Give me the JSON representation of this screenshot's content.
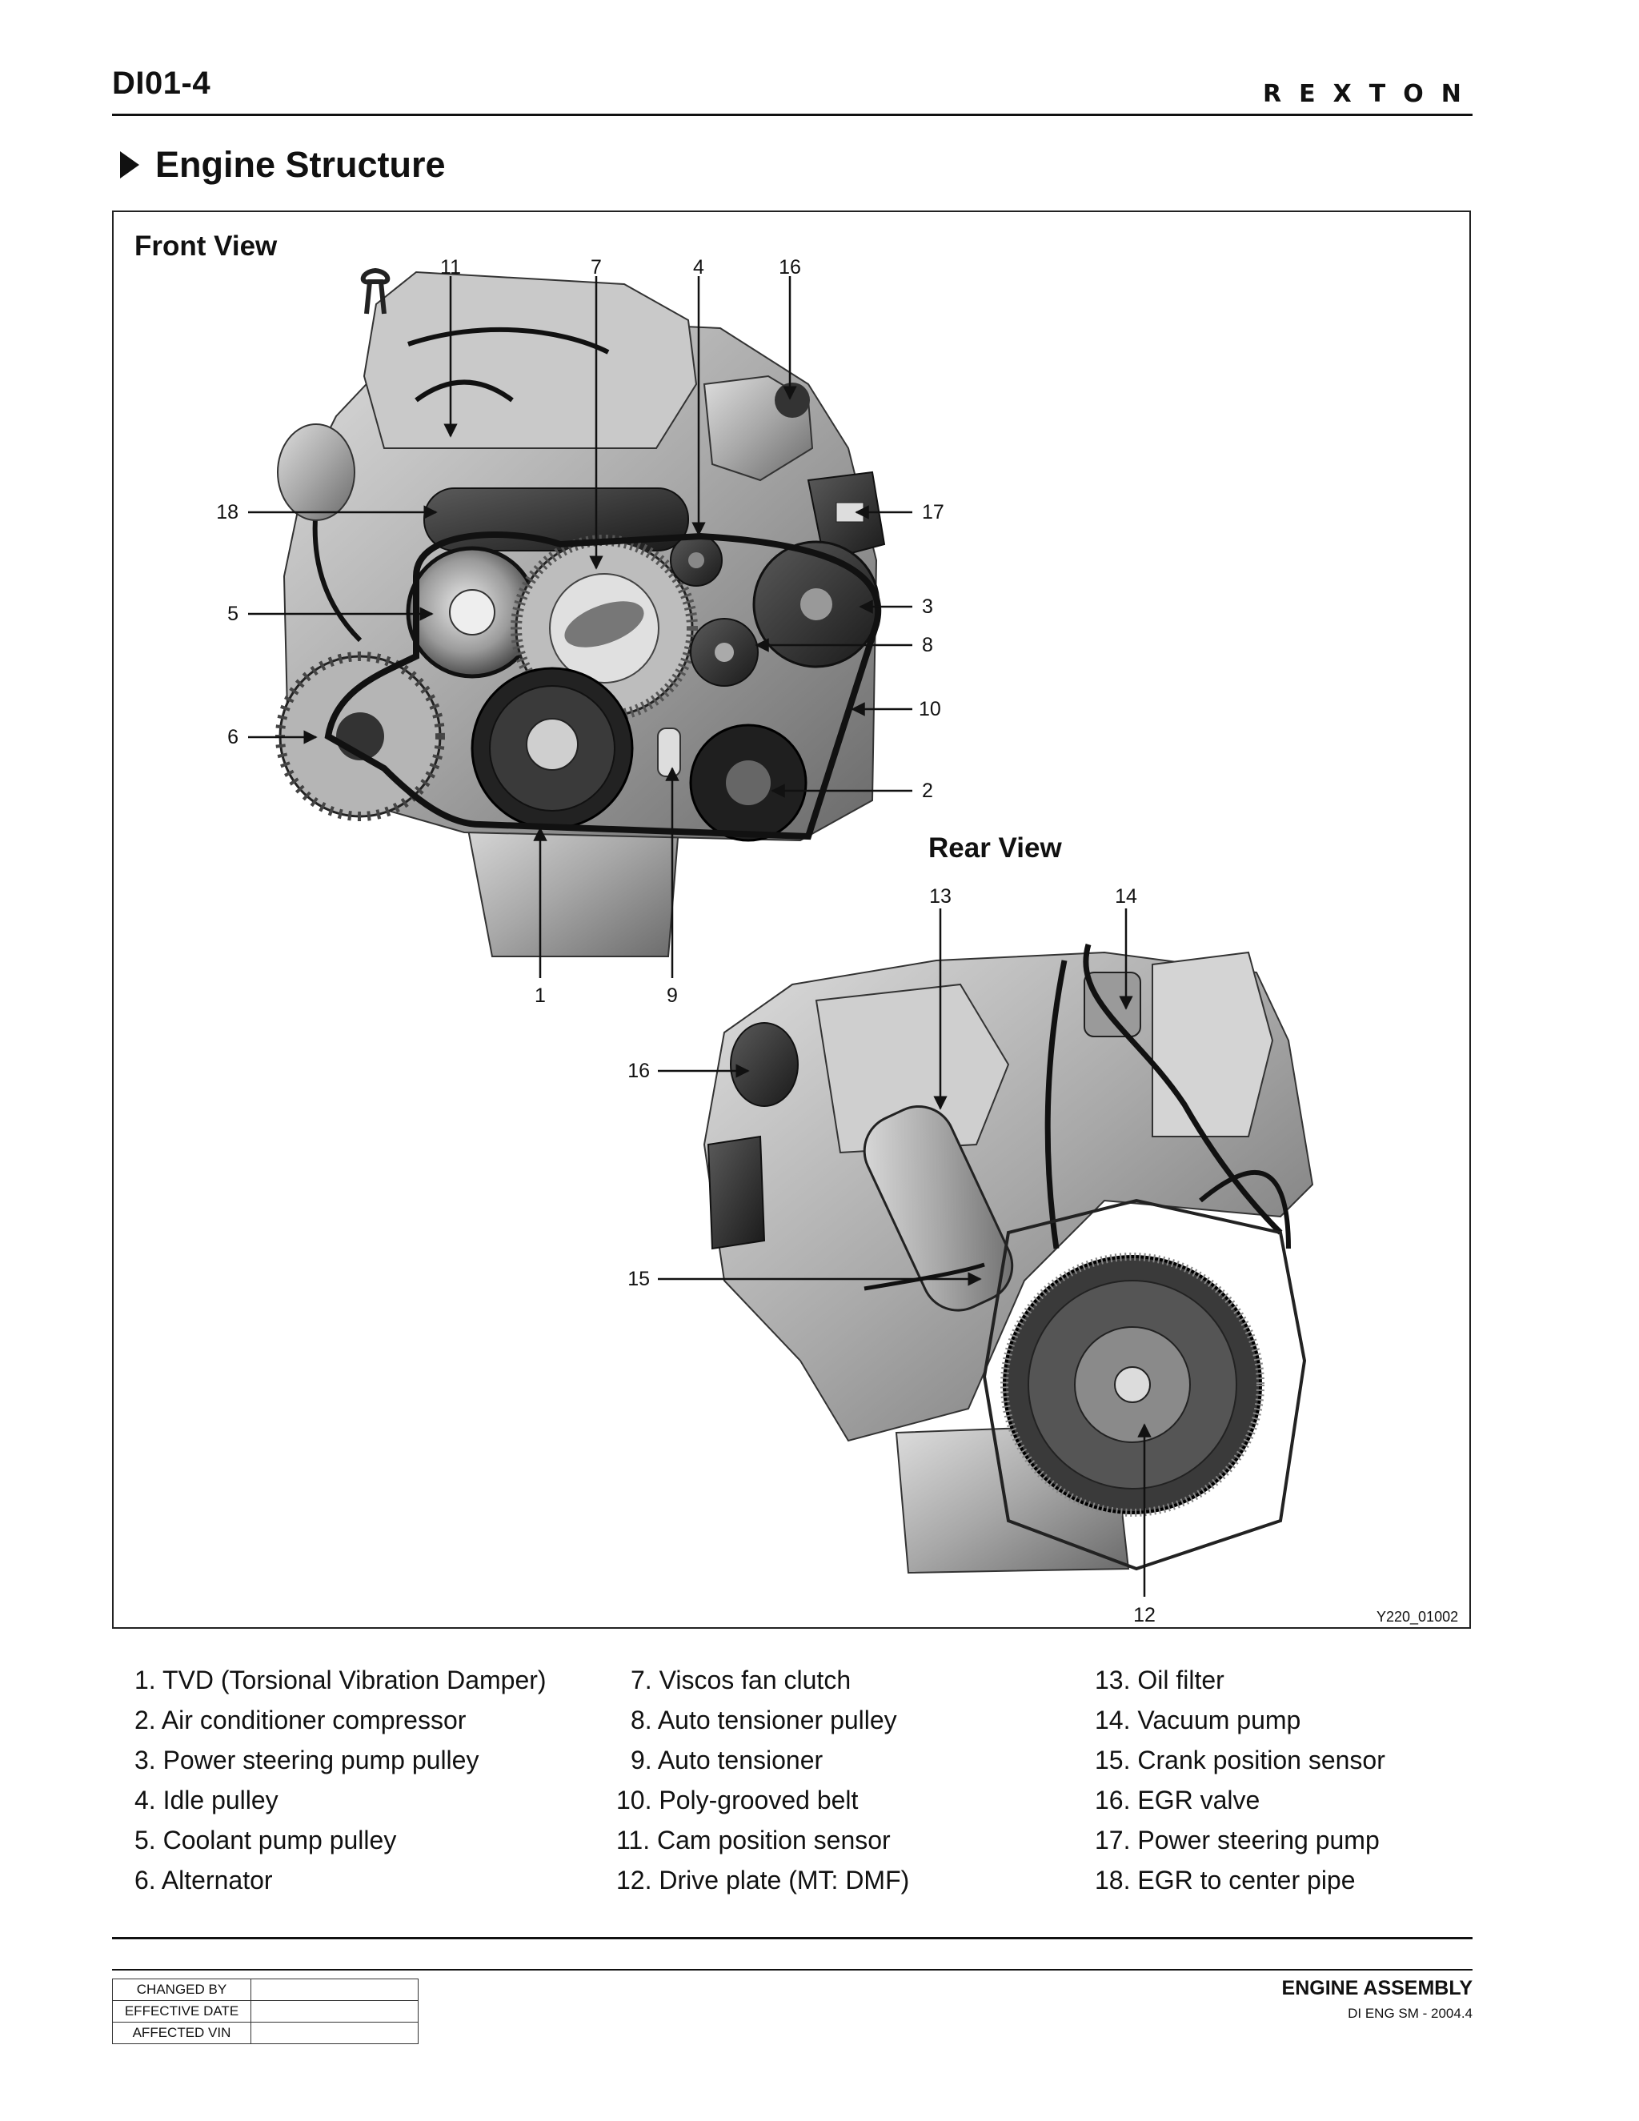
{
  "header": {
    "page_code": "DI01-4",
    "brand": "REXTON"
  },
  "section_title": "Engine Structure",
  "figure": {
    "front_view_label": "Front View",
    "rear_view_label": "Rear View",
    "figure_code": "Y220_01002",
    "callouts": {
      "f11": "11",
      "f7": "7",
      "f4": "4",
      "f16": "16",
      "f18": "18",
      "f17": "17",
      "f5": "5",
      "f3": "3",
      "f8": "8",
      "f10": "10",
      "f6": "6",
      "f2": "2",
      "f1": "1",
      "f9": "9",
      "r13": "13",
      "r14": "14",
      "r16": "16",
      "r15": "15",
      "r12": "12"
    }
  },
  "parts_legend": [
    "1. TVD (Torsional Vibration Damper)",
    "2. Air conditioner compressor",
    "3. Power steering pump pulley",
    "4. Idle pulley",
    "5. Coolant pump pulley",
    "6. Alternator",
    "7. Viscos fan clutch",
    "8. Auto tensioner pulley",
    "9. Auto tensioner",
    "10. Poly-grooved belt",
    "11. Cam position sensor",
    "12. Drive plate (MT: DMF)",
    "13. Oil filter",
    "14. Vacuum pump",
    "15. Crank position sensor",
    "16. EGR valve",
    "17. Power steering pump",
    "18. EGR to center pipe"
  ],
  "footer": {
    "revision_labels": [
      "CHANGED BY",
      "EFFECTIVE DATE",
      "AFFECTED VIN"
    ],
    "section": "ENGINE ASSEMBLY",
    "doc_id": "DI ENG SM - 2004.4"
  }
}
